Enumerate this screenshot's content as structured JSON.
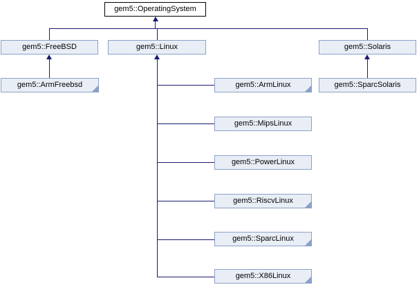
{
  "diagram": {
    "type": "class-inheritance-graph",
    "nodes": [
      {
        "id": "operating_system",
        "label": "gem5::OperatingSystem",
        "role": "main",
        "truncated": false
      },
      {
        "id": "freebsd",
        "label": "gem5::FreeBSD",
        "role": "derived",
        "truncated": false
      },
      {
        "id": "linux",
        "label": "gem5::Linux",
        "role": "derived",
        "truncated": false
      },
      {
        "id": "solaris",
        "label": "gem5::Solaris",
        "role": "derived",
        "truncated": false
      },
      {
        "id": "arm_freebsd",
        "label": "gem5::ArmFreebsd",
        "role": "derived",
        "truncated": true
      },
      {
        "id": "arm_linux",
        "label": "gem5::ArmLinux",
        "role": "derived",
        "truncated": true
      },
      {
        "id": "sparc_solaris",
        "label": "gem5::SparcSolaris",
        "role": "derived",
        "truncated": false
      },
      {
        "id": "mips_linux",
        "label": "gem5::MipsLinux",
        "role": "derived",
        "truncated": false
      },
      {
        "id": "power_linux",
        "label": "gem5::PowerLinux",
        "role": "derived",
        "truncated": false
      },
      {
        "id": "riscv_linux",
        "label": "gem5::RiscvLinux",
        "role": "derived",
        "truncated": true
      },
      {
        "id": "sparc_linux",
        "label": "gem5::SparcLinux",
        "role": "derived",
        "truncated": true
      },
      {
        "id": "x86_linux",
        "label": "gem5::X86Linux",
        "role": "derived",
        "truncated": true
      }
    ],
    "edges": [
      {
        "from": "gem5::FreeBSD",
        "to": "gem5::OperatingSystem"
      },
      {
        "from": "gem5::Linux",
        "to": "gem5::OperatingSystem"
      },
      {
        "from": "gem5::Solaris",
        "to": "gem5::OperatingSystem"
      },
      {
        "from": "gem5::ArmFreebsd",
        "to": "gem5::FreeBSD"
      },
      {
        "from": "gem5::ArmLinux",
        "to": "gem5::Linux"
      },
      {
        "from": "gem5::MipsLinux",
        "to": "gem5::Linux"
      },
      {
        "from": "gem5::PowerLinux",
        "to": "gem5::Linux"
      },
      {
        "from": "gem5::RiscvLinux",
        "to": "gem5::Linux"
      },
      {
        "from": "gem5::SparcLinux",
        "to": "gem5::Linux"
      },
      {
        "from": "gem5::X86Linux",
        "to": "gem5::Linux"
      },
      {
        "from": "gem5::SparcSolaris",
        "to": "gem5::Solaris"
      }
    ]
  },
  "colors": {
    "edge": "#191970",
    "node_fill": "#E9EEF6",
    "node_border": "#8AA0C8",
    "main_fill": "#FFFFFF",
    "main_border": "#000000",
    "text": "#000000",
    "bg": "#FFFFFF"
  }
}
